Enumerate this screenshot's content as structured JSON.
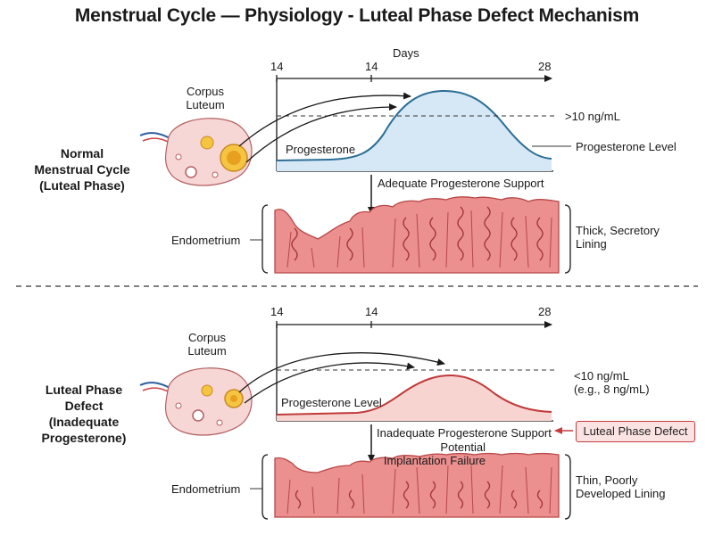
{
  "title": "Menstrual Cycle — Physiology - Luteal Phase Defect Mechanism",
  "colors": {
    "normal_curve": "#2c6e96",
    "normal_fill": "#d6e8f5",
    "defect_curve": "#c03a3a",
    "defect_fill": "#f8d4d0",
    "endometrium_fill": "#eb8f8f",
    "endometrium_dark": "#b84747",
    "defect_box_border": "#c43c3c",
    "defect_box_fill": "#fbe3e3"
  },
  "normal": {
    "section_label": "Normal\nMenstrual Cycle\n(Luteal Phase)",
    "corpus_luteum_label": "Corpus\nLuteum",
    "axis_title": "Days",
    "ticks": [
      "14",
      "14",
      "28"
    ],
    "curve_label": "Progesterone",
    "threshold_label": ">10 ng/mL",
    "level_label": "Progesterone Level",
    "support_label": "Adequate Progesterone Support",
    "endometrium_label": "Endometrium",
    "lining_label": "Thick, Secretory\nLining"
  },
  "defect": {
    "section_label": "Luteal Phase\nDefect\n(Inadequate\nProgesterone)",
    "corpus_luteum_label": "Corpus\nLuteum",
    "ticks": [
      "14",
      "14",
      "28"
    ],
    "curve_label": "Progesterone Level",
    "threshold_label": "<10 ng/mL\n(e.g., 8 ng/mL)",
    "support_label": "Inadequate Progesterone Support",
    "failure_label": "Potential\nImplantation Failure",
    "defect_box_label": "Luteal Phase Defect",
    "endometrium_label": "Endometrium",
    "lining_label": "Thin, Poorly\nDeveloped Lining"
  }
}
